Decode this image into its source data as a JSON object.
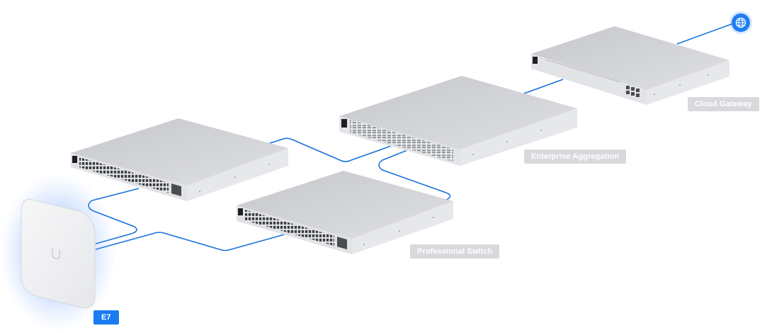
{
  "devices": {
    "cloud_gateway": {
      "label": "Cloud Gateway"
    },
    "enterprise_aggregation": {
      "label": "Enterprise Aggregation"
    },
    "professional_switch": {
      "label": "Professional Switch"
    },
    "access_point": {
      "label": "E7"
    }
  },
  "internet": {
    "icon": "globe-icon"
  },
  "colors": {
    "link": "#1a73d9",
    "label_bg": "#d8d9dc",
    "ap_label_bg": "#1a7cf0",
    "ap_glow": "#4f8dff",
    "device_top": "#cfd1d5",
    "device_front": "#e4e5e8"
  }
}
